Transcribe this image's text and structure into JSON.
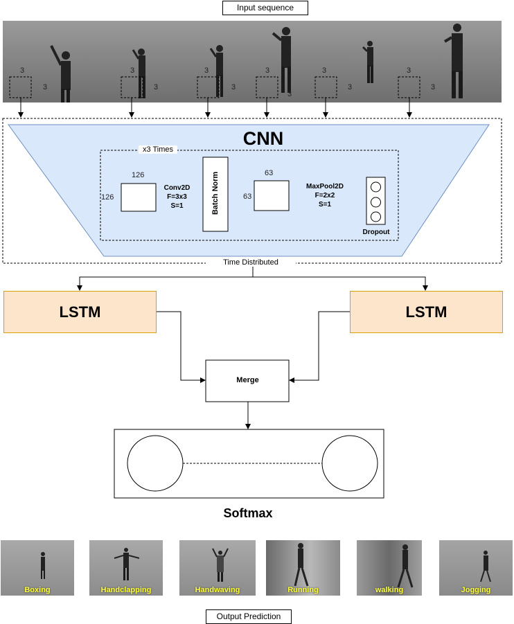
{
  "input_label": "Input sequence",
  "frame_kernel_label": "3",
  "cnn": {
    "title": "CNN",
    "repeat_label": "x3 Times",
    "conv_w": "126",
    "conv_h": "126",
    "conv_label": [
      "Conv2D",
      "F=3x3",
      "S=1"
    ],
    "batch_norm": "Batch Norm",
    "pool_w": "63",
    "pool_h": "63",
    "pool_label": [
      "MaxPool2D",
      "F=2x2",
      "S=1"
    ],
    "dropout": "Dropout",
    "time_distributed": "Time Distributed"
  },
  "lstm_left": "LSTM",
  "lstm_right": "LSTM",
  "merge": "Merge",
  "softmax": "Softmax",
  "outputs": [
    "Boxing",
    "Handclapping",
    "Handwaving",
    "Running",
    "walking",
    "Jogging"
  ],
  "output_label": "Output Prediction",
  "colors": {
    "cnn_fill": "#dae8fc",
    "lstm_fill": "#fde5cc",
    "label_yellow": "#ffff33"
  }
}
